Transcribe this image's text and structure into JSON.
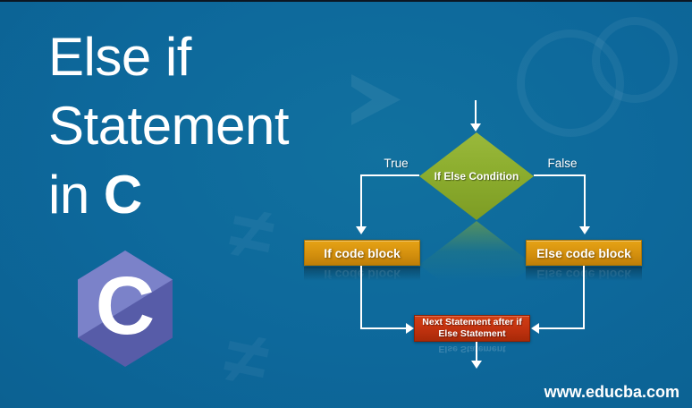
{
  "banner": {
    "title_line1": "Else if",
    "title_line2": "Statement",
    "title_line3_prefix": "in ",
    "title_line3_bold": "C",
    "watermark": "www.educba.com"
  },
  "logo": {
    "letter": "C"
  },
  "flowchart": {
    "condition_label": "If Else Condition",
    "true_label": "True",
    "false_label": "False",
    "true_box_label": "If code block",
    "false_box_label": "Else code block",
    "next_box_line1": "Next Statement after if",
    "next_box_line2": "Else Statement"
  },
  "decor": {
    "not_equal_glyph": "≠"
  },
  "colors": {
    "background": "#0d689b",
    "diamond_green": "#8cad2e",
    "box_orange": "#d6920f",
    "box_red": "#c23310",
    "logo_light_purple": "#7b82c9",
    "logo_dark_purple": "#575ca8",
    "text_white": "#ffffff"
  }
}
